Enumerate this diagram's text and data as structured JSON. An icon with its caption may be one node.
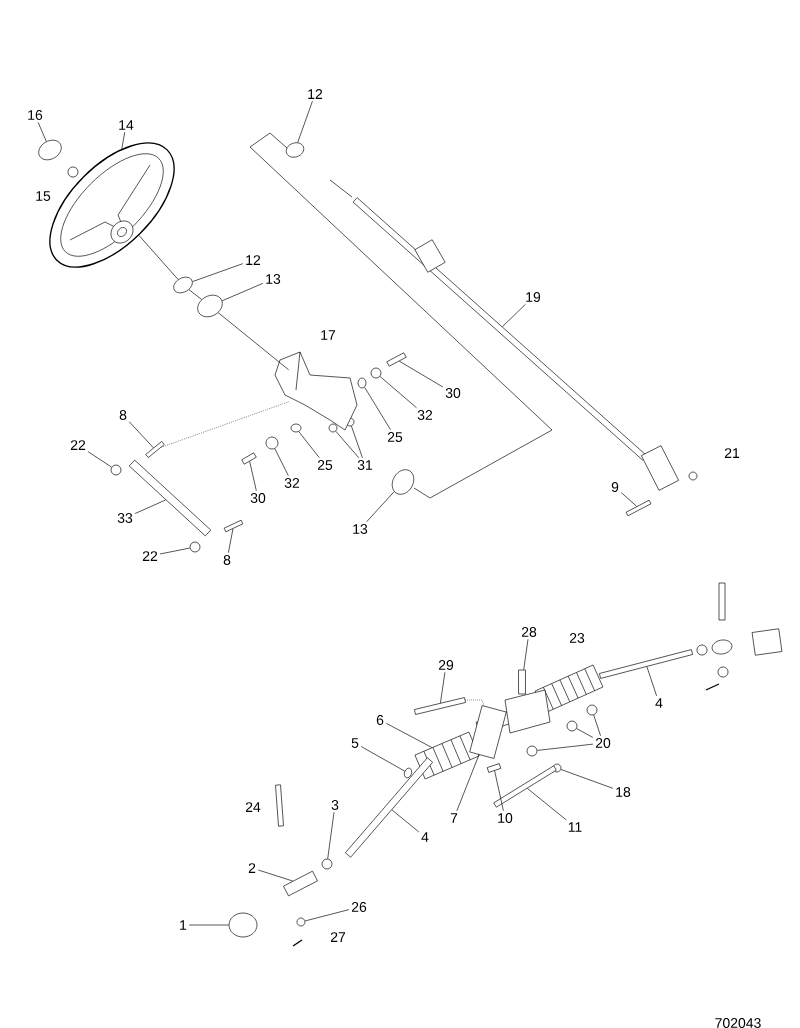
{
  "diagram": {
    "nodes": [
      {
        "text": [
          "16"
        ]
      },
      {
        "text": [
          "14"
        ]
      },
      {
        "text": [
          "12"
        ]
      },
      {
        "text": [
          "19"
        ]
      },
      {
        "text": [
          "12"
        ]
      },
      {
        "text": [
          "13"
        ]
      },
      {
        "text": [
          "30"
        ]
      },
      {
        "text": [
          "8"
        ]
      },
      {
        "text": [
          "32"
        ]
      },
      {
        "text": [
          "25"
        ]
      },
      {
        "text": [
          "22"
        ]
      },
      {
        "text": [
          "31"
        ]
      },
      {
        "text": [
          "25"
        ]
      },
      {
        "text": [
          "32"
        ]
      },
      {
        "text": [
          "9"
        ]
      },
      {
        "text": [
          "30"
        ]
      },
      {
        "text": [
          "33"
        ]
      },
      {
        "text": [
          "13"
        ]
      },
      {
        "text": [
          "22"
        ]
      },
      {
        "text": [
          "8"
        ]
      },
      {
        "text": [
          "28"
        ]
      },
      {
        "text": [
          "29"
        ]
      },
      {
        "text": [
          "4"
        ]
      },
      {
        "text": [
          "6"
        ]
      },
      {
        "text": [
          "5"
        ]
      },
      {
        "text": [
          "20"
        ]
      },
      {
        "text": [
          "18"
        ]
      },
      {
        "text": [
          "3"
        ]
      },
      {
        "text": [
          "7"
        ]
      },
      {
        "text": [
          "10"
        ]
      },
      {
        "text": [
          "11"
        ]
      },
      {
        "text": [
          "4"
        ]
      },
      {
        "text": [
          "2"
        ]
      },
      {
        "text": [
          "26"
        ]
      },
      {
        "text": [
          "1"
        ]
      },
      {
        "text": [],
        "shape": "circle"
      },
      {
        "text": [],
        "shape": "circle"
      },
      {
        "text": [],
        "shape": "circle"
      },
      {
        "text": [],
        "shape": "bar"
      },
      {
        "text": [],
        "shape": "circle"
      },
      {
        "text": [],
        "shape": "circle"
      },
      {
        "text": [],
        "shape": "bar"
      },
      {
        "text": [],
        "shape": "bar"
      },
      {
        "text": [],
        "shape": "circle"
      },
      {
        "text": [],
        "shape": "circle"
      },
      {
        "text": [],
        "shape": "circle"
      },
      {
        "text": [],
        "shape": "circle"
      },
      {
        "text": [],
        "shape": "circle"
      },
      {
        "text": [],
        "shape": "circle"
      },
      {
        "text": [],
        "shape": "circle"
      },
      {
        "text": [],
        "shape": "bar"
      },
      {
        "text": [],
        "shape": "bar"
      },
      {
        "text": [],
        "shape": "bar"
      },
      {
        "text": [],
        "shape": "circle"
      },
      {
        "text": [],
        "shape": "circle"
      },
      {
        "text": [],
        "shape": "bar"
      },
      {
        "text": [],
        "shape": "bar"
      },
      {
        "text": [],
        "shape": "bar"
      },
      {
        "text": [],
        "shape": "bar"
      },
      {
        "text": [],
        "shape": "bar"
      },
      {
        "text": [],
        "shape": "circle"
      },
      {
        "text": [],
        "shape": "circle"
      },
      {
        "text": [],
        "shape": "circle"
      },
      {
        "text": [],
        "shape": "circle"
      },
      {
        "text": [],
        "shape": "circle"
      },
      {
        "text": [],
        "shape": "circle"
      },
      {
        "text": [],
        "shape": "box"
      },
      {
        "text": [],
        "shape": "bar"
      },
      {
        "text": [],
        "shape": "bar"
      },
      {
        "text": [],
        "shape": "bar"
      },
      {
        "text": [],
        "shape": "bar"
      },
      {
        "text": [],
        "shape": "circle"
      },
      {
        "text": [],
        "shape": "circle"
      },
      {
        "text": [],
        "shape": "box"
      },
      {
        "text": [],
        "shape": "box"
      },
      {
        "text": [],
        "shape": "box"
      },
      {
        "text": [],
        "shape": "box"
      }
    ],
    "edges": [
      {
        "from": 0,
        "to": 35,
        "arrow": "none"
      },
      {
        "from": 1,
        "to": 36,
        "arrow": "none"
      },
      {
        "from": 2,
        "to": 37,
        "arrow": "none"
      },
      {
        "from": 3,
        "to": 38,
        "arrow": "none"
      },
      {
        "from": 4,
        "to": 39,
        "arrow": "none"
      },
      {
        "from": 5,
        "to": 40,
        "arrow": "none"
      },
      {
        "from": 6,
        "to": 41,
        "arrow": "none"
      },
      {
        "from": 7,
        "to": 42,
        "arrow": "none"
      },
      {
        "from": 8,
        "to": 43,
        "arrow": "none"
      },
      {
        "from": 9,
        "to": 44,
        "arrow": "none"
      },
      {
        "from": 10,
        "to": 45,
        "arrow": "none"
      },
      {
        "from": 11,
        "to": 46,
        "arrow": "none"
      },
      {
        "from": 11,
        "to": 47,
        "arrow": "none"
      },
      {
        "from": 12,
        "to": 48,
        "arrow": "none"
      },
      {
        "from": 13,
        "to": 49,
        "arrow": "none"
      },
      {
        "from": 14,
        "to": 50,
        "arrow": "none"
      },
      {
        "from": 15,
        "to": 51,
        "arrow": "none"
      },
      {
        "from": 16,
        "to": 52,
        "arrow": "none"
      },
      {
        "from": 17,
        "to": 53,
        "arrow": "none"
      },
      {
        "from": 18,
        "to": 54,
        "arrow": "none"
      },
      {
        "from": 19,
        "to": 55,
        "arrow": "none"
      },
      {
        "from": 20,
        "to": 56,
        "arrow": "none"
      },
      {
        "from": 21,
        "to": 57,
        "arrow": "none"
      },
      {
        "from": 22,
        "to": 58,
        "arrow": "none"
      },
      {
        "from": 23,
        "to": 59,
        "arrow": "none"
      },
      {
        "from": 24,
        "to": 60,
        "arrow": "none"
      },
      {
        "from": 25,
        "to": 61,
        "arrow": "none"
      },
      {
        "from": 25,
        "to": 62,
        "arrow": "none"
      },
      {
        "from": 25,
        "to": 63,
        "arrow": "none"
      },
      {
        "from": 26,
        "to": 64,
        "arrow": "none"
      },
      {
        "from": 27,
        "to": 65,
        "arrow": "none"
      },
      {
        "from": 28,
        "to": 66,
        "arrow": "none"
      },
      {
        "from": 29,
        "to": 67,
        "arrow": "none"
      },
      {
        "from": 30,
        "to": 68,
        "arrow": "none"
      },
      {
        "from": 31,
        "to": 69,
        "arrow": "none"
      },
      {
        "from": 32,
        "to": 70,
        "arrow": "none"
      },
      {
        "from": 33,
        "to": 71,
        "arrow": "none"
      },
      {
        "from": 34,
        "to": 72,
        "arrow": "none"
      },
      {
        "from": 36,
        "to": 39,
        "arrow": "none"
      },
      {
        "from": 39,
        "to": 40,
        "arrow": "none"
      },
      {
        "from": 40,
        "to": 73,
        "arrow": "none"
      },
      {
        "from": 42,
        "to": 73,
        "arrow": "none",
        "style": "dashed"
      }
    ],
    "labels": [
      "15",
      "17",
      "21",
      "23",
      "24",
      "27",
      "702043"
    ]
  }
}
